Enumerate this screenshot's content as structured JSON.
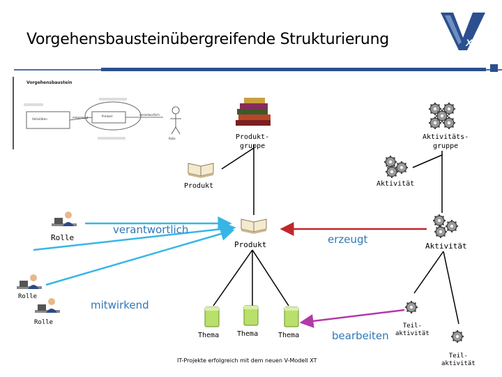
{
  "title": "Vorgehensbausteinübergreifende Strukturierung",
  "logo": {
    "text": "XT"
  },
  "thumbnail": {
    "title": "Vorgehensbaustein",
    "labels": [
      "Aktivitäten",
      "Produkt",
      "Rolle",
      "verantwortlich",
      "mitwirkend"
    ]
  },
  "labels": {
    "produktgruppe": "Produkt-\ngruppe",
    "aktivitaetsgruppe": "Aktivitäts-\ngruppe",
    "produkt_top": "Produkt",
    "aktivitaet_top": "Aktivität",
    "rolle_1": "Rolle",
    "produkt_main": "Produkt",
    "aktivitaet_main": "Aktivität",
    "rolle_2": "Rolle",
    "rolle_3": "Rolle",
    "thema_1": "Thema",
    "thema_2": "Thema",
    "thema_3": "Thema",
    "teilaktivitaet_1": "Teil-\naktivität",
    "teilaktivitaet_2": "Teil-\naktivität"
  },
  "relations": {
    "verantwortlich": "verantwortlich",
    "erzeugt": "erzeugt",
    "mitwirkend": "mitwirkend",
    "bearbeiten": "bearbeiten"
  },
  "footer": "IT-Projekte erfolgreich mit dem neuen V-Modell XT",
  "colors": {
    "accent_blue": "#2b4f8f",
    "link_blue": "#2f77b8",
    "red_arrow": "#c0262c",
    "cyan_line": "#36b6e6",
    "magenta_line": "#b23aa8",
    "thema_green": "#b8e06a"
  }
}
